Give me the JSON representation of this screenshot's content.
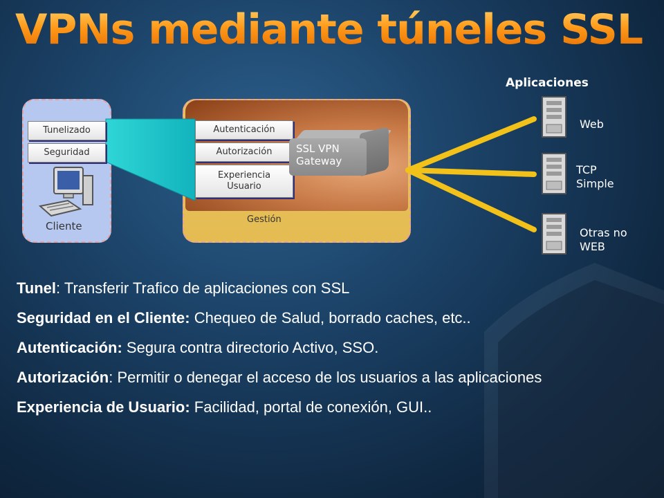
{
  "title": "VPNs mediante túneles SSL",
  "client": {
    "boxes": [
      "Tunelizado",
      "Seguridad"
    ],
    "label": "Cliente"
  },
  "management": {
    "boxes": [
      "Autenticación",
      "Autorización",
      "Experiencia Usuario"
    ],
    "gateway": [
      "SSL VPN",
      "Gateway"
    ],
    "label": "Gestión"
  },
  "applications": {
    "heading": "Aplicaciones",
    "items": [
      {
        "label_lines": [
          "Web"
        ]
      },
      {
        "label_lines": [
          "TCP",
          "Simple"
        ]
      },
      {
        "label_lines": [
          "Otras no",
          "WEB"
        ]
      }
    ]
  },
  "bullets": [
    {
      "term": "Tunel",
      "text": ": Transferir Trafico de aplicaciones con SSL"
    },
    {
      "term": "Seguridad en el Cliente:",
      "text": " Chequeo de Salud, borrado caches, etc.."
    },
    {
      "term": "Autenticación:",
      "text": " Segura contra directorio Activo, SSO."
    },
    {
      "term": "Autorización",
      "text": ": Permitir o denegar el acceso de los usuarios a las aplicaciones"
    },
    {
      "term": "Experiencia de Usuario:",
      "text": " Facilidad, portal de conexión, GUI.."
    }
  ],
  "colors": {
    "title_orange": "#ff9a1a",
    "tunnel_cyan": "#1ec7c7",
    "link_yellow": "#f2c21a",
    "client_blue": "#b7c8f0",
    "mgmt_gold": "#e4bc52"
  }
}
